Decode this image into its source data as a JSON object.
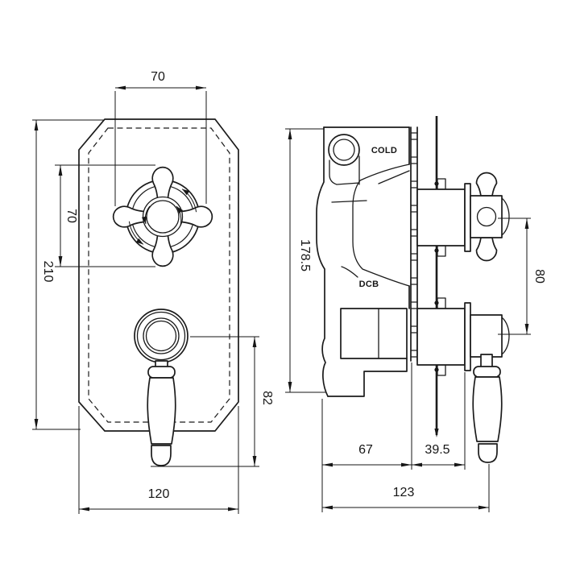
{
  "drawing": {
    "background": "#ffffff",
    "line_color": "#1b1b1b",
    "front_view": {
      "dimensions": {
        "handle_width": "70",
        "handle_height": "70",
        "plate_height": "210",
        "lever_length": "82",
        "plate_width": "120"
      }
    },
    "side_view": {
      "dimensions": {
        "body_height": "178.5",
        "valve_spacing": "80",
        "body_depth": "67",
        "cartridge_projection": "39.5",
        "total_depth": "123"
      },
      "labels": {
        "cold_port": "COLD",
        "body_marking": "DCB"
      }
    }
  }
}
